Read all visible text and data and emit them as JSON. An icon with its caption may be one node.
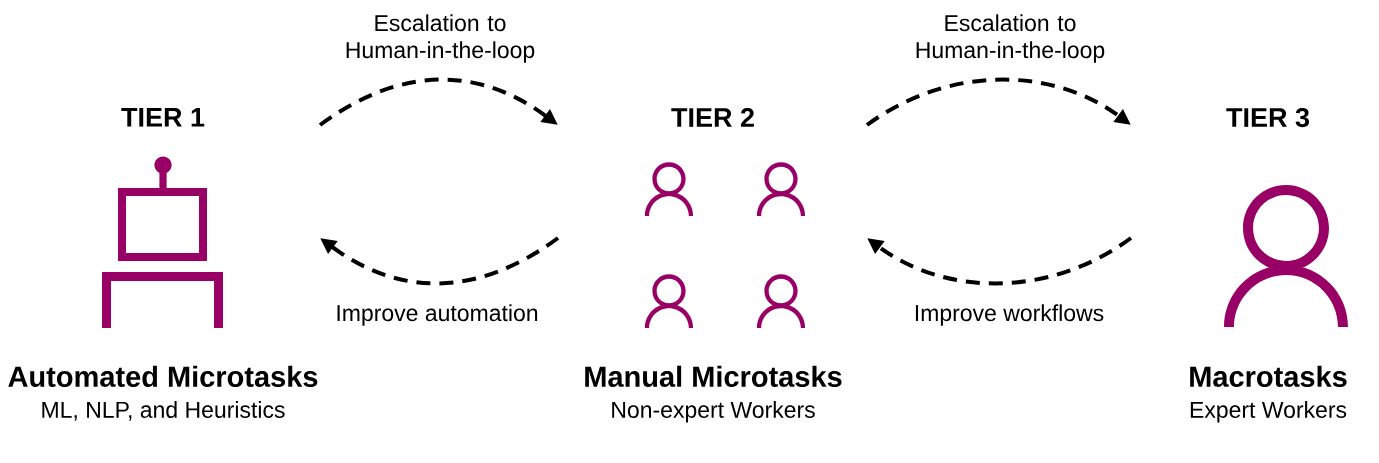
{
  "diagram": {
    "nodes": [
      {
        "text": [
          "TIER 1",
          "Automated Microtasks",
          "ML, NLP, and Heuristics"
        ]
      },
      {
        "text": [
          "TIER 2",
          "Manual Microtasks",
          "Non-expert Workers"
        ]
      },
      {
        "text": [
          "TIER 3",
          "Macrotasks",
          "Expert Workers"
        ]
      }
    ],
    "edges": [
      {
        "from": 0,
        "to": 1,
        "arrow": "to",
        "label": "Escalation to Human-in-the-loop",
        "style": "dashed"
      },
      {
        "from": 1,
        "to": 0,
        "arrow": "to",
        "label": "Improve automation",
        "style": "dashed"
      },
      {
        "from": 1,
        "to": 2,
        "arrow": "to",
        "label": "Escalation to Human-in-the-loop",
        "style": "dashed"
      },
      {
        "from": 2,
        "to": 1,
        "arrow": "to",
        "label": "Improve workflows",
        "style": "dashed"
      }
    ]
  }
}
